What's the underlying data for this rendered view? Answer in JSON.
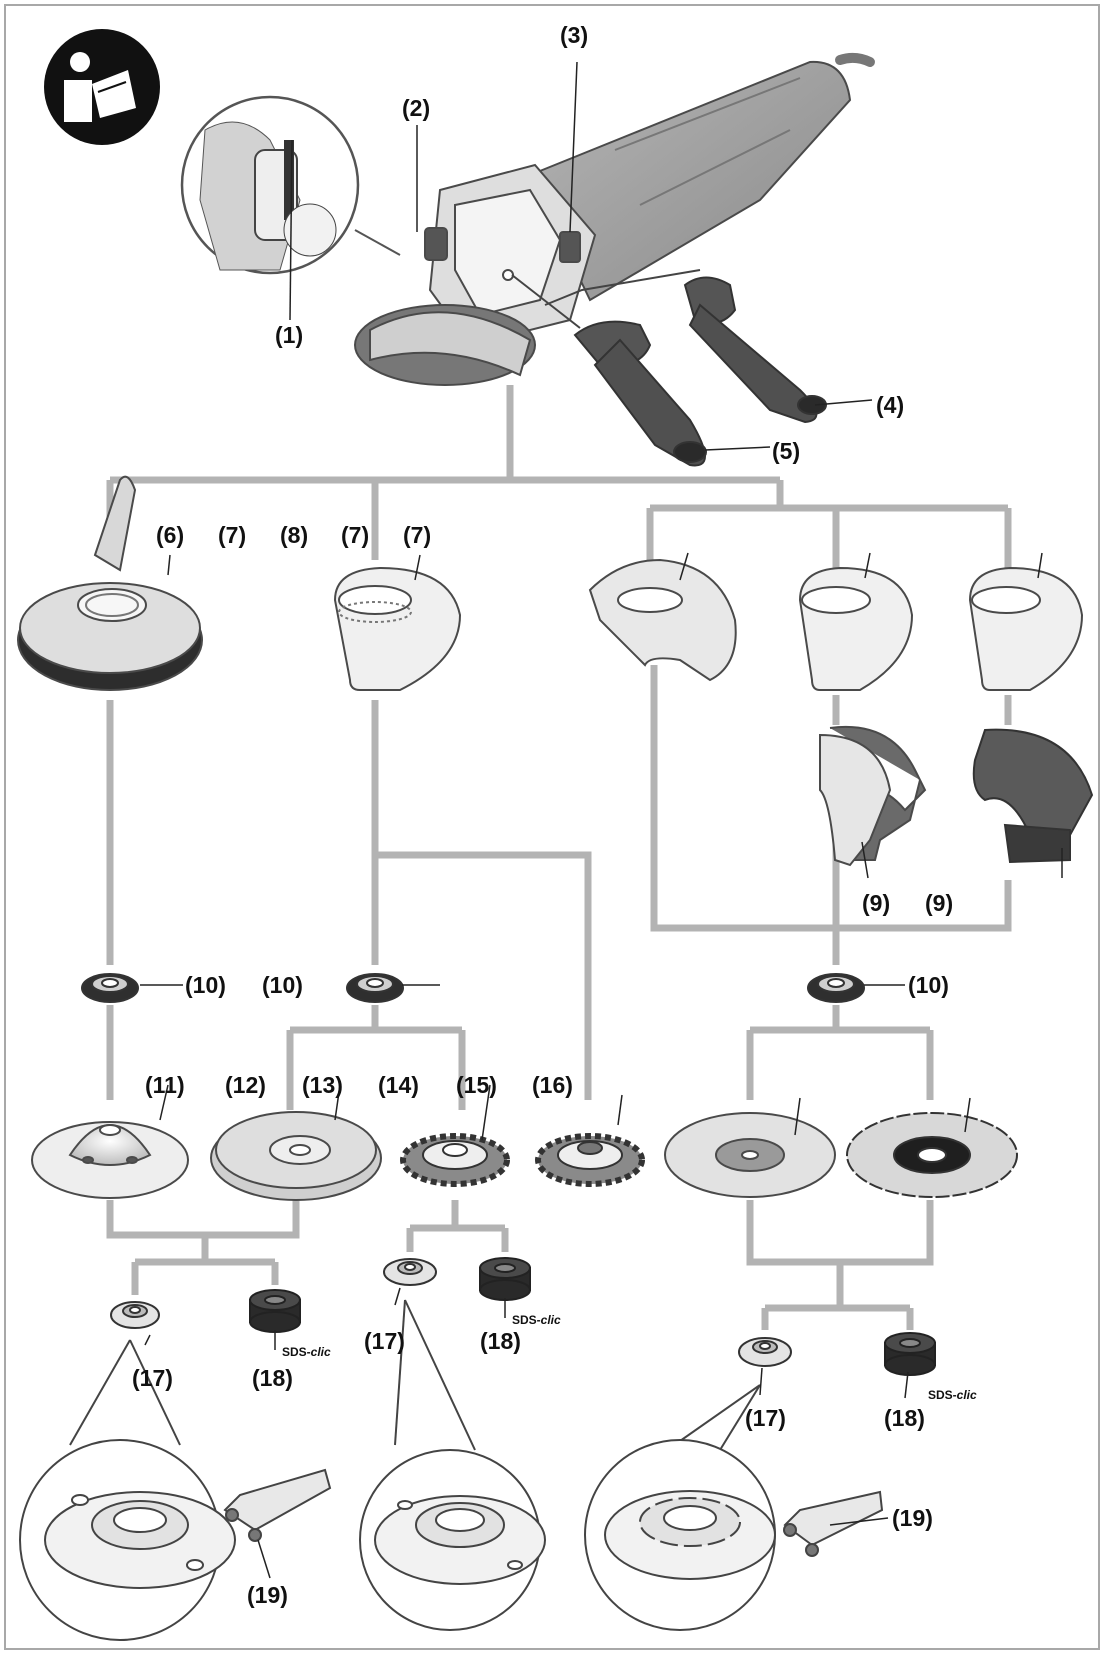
{
  "manual_icon": "read-manual-icon",
  "labels": {
    "l1": "(1)",
    "l2": "(2)",
    "l3": "(3)",
    "l4": "(4)",
    "l5": "(5)",
    "l6": "(6)",
    "l7a": "(7)",
    "l8": "(8)",
    "l7b": "(7)",
    "l7c": "(7)",
    "l9a": "(9)",
    "l9b": "(9)",
    "l10a": "(10)",
    "l10b": "(10)",
    "l10c": "(10)",
    "l11": "(11)",
    "l12": "(12)",
    "l13": "(13)",
    "l14": "(14)",
    "l15": "(15)",
    "l16": "(16)",
    "l17a": "(17)",
    "l17b": "(17)",
    "l17c": "(17)",
    "l18a": "(18)",
    "l18b": "(18)",
    "l18c": "(18)",
    "l19a": "(19)",
    "l19b": "(19)"
  },
  "sds": {
    "prefix": "SDS-",
    "suffix": "clic"
  },
  "colors": {
    "connector": "#b3b3b3",
    "tool_body": "#9a9a9a",
    "handle": "#555555",
    "outline": "#4a4a4a",
    "light_part": "#ececec"
  }
}
